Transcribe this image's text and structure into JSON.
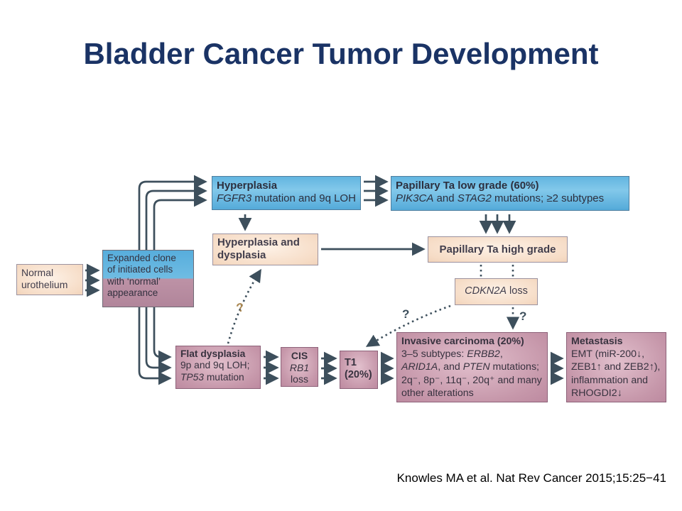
{
  "slide": {
    "title": "Bladder Cancer Tumor Development",
    "citation": "Knowles MA et al. Nat Rev Cancer 2015;15:25−41"
  },
  "colors": {
    "title_text": "#1a3365",
    "arrow": "#3d4f5c",
    "blue_box": "#5fb2de",
    "peach_box": "#f6dcc6",
    "mauve_box": "#c697aa",
    "question_accent": "#a9854e"
  },
  "boxes": {
    "normal_urothelium": {
      "lines": [
        [
          {
            "t": "Normal"
          }
        ],
        [
          {
            "t": "urothelium"
          }
        ]
      ]
    },
    "expanded_clone": {
      "lines": [
        [
          {
            "t": "Expanded clone"
          }
        ],
        [
          {
            "t": "of initiated cells"
          }
        ],
        [
          {
            "t": "with ‘normal’"
          }
        ],
        [
          {
            "t": "appearance"
          }
        ]
      ]
    },
    "hyperplasia": {
      "lines": [
        [
          {
            "t": "Hyperplasia",
            "b": 1
          }
        ],
        [
          {
            "t": "FGFR3",
            "i": 1
          },
          {
            "t": " mutation and 9q LOH"
          }
        ]
      ]
    },
    "papillary_ta_low_grade": {
      "lines": [
        [
          {
            "t": "Papillary Ta low grade (60%)",
            "b": 1
          }
        ],
        [
          {
            "t": "PIK3CA",
            "i": 1
          },
          {
            "t": " and "
          },
          {
            "t": "STAG2",
            "i": 1
          },
          {
            "t": " mutations; ≥2 subtypes"
          }
        ]
      ]
    },
    "hyperplasia_and_dysplasia": {
      "lines": [
        [
          {
            "t": "Hyperplasia and",
            "b": 1
          }
        ],
        [
          {
            "t": "dysplasia",
            "b": 1
          }
        ]
      ]
    },
    "papillary_ta_high_grade": {
      "lines": [
        [
          {
            "t": "Papillary Ta high grade",
            "b": 1
          }
        ]
      ]
    },
    "cdkn2a_loss": {
      "lines": [
        [
          {
            "t": "CDKN2A",
            "i": 1
          },
          {
            "t": " loss"
          }
        ]
      ]
    },
    "flat_dysplasia": {
      "lines": [
        [
          {
            "t": "Flat dysplasia",
            "b": 1
          }
        ],
        [
          {
            "t": "9p and 9q LOH;"
          }
        ],
        [
          {
            "t": "TP53",
            "i": 1
          },
          {
            "t": " mutation"
          }
        ]
      ]
    },
    "cis": {
      "lines": [
        [
          {
            "t": "CIS",
            "b": 1
          }
        ],
        [
          {
            "t": "RB1",
            "i": 1
          }
        ],
        [
          {
            "t": "loss"
          }
        ]
      ]
    },
    "t1": {
      "lines": [
        [
          {
            "t": "T1",
            "b": 1
          }
        ],
        [
          {
            "t": "(20%)",
            "b": 1
          }
        ]
      ]
    },
    "invasive_carcinoma": {
      "lines": [
        [
          {
            "t": "Invasive carcinoma (20%)",
            "b": 1
          }
        ],
        [
          {
            "t": "3–5 subtypes: "
          },
          {
            "t": "ERBB2",
            "i": 1
          },
          {
            "t": ","
          }
        ],
        [
          {
            "t": "ARID1A",
            "i": 1
          },
          {
            "t": ", and "
          },
          {
            "t": "PTEN",
            "i": 1
          },
          {
            "t": " mutations;"
          }
        ],
        [
          {
            "t": "2q⁻, 8p⁻, 11q⁻, 20q⁺ and many"
          }
        ],
        [
          {
            "t": "other alterations"
          }
        ]
      ]
    },
    "metastasis": {
      "lines": [
        [
          {
            "t": "Metastasis",
            "b": 1
          }
        ],
        [
          {
            "t": "EMT (miR-200↓,"
          }
        ],
        [
          {
            "t": "ZEB1↑ and ZEB2↑),"
          }
        ],
        [
          {
            "t": "inflammation and"
          }
        ],
        [
          {
            "t": "RHOGDI2↓"
          }
        ]
      ]
    }
  },
  "questions": {
    "q1": "?",
    "q2": "?",
    "q3": "?"
  }
}
